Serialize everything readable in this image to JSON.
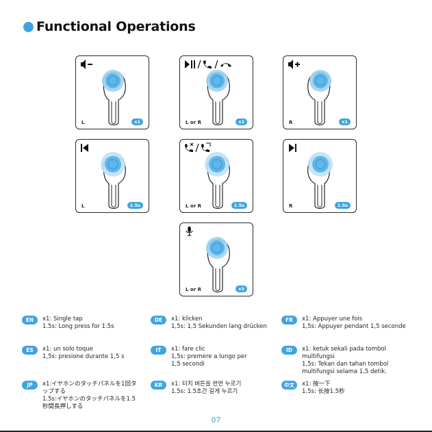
{
  "title": "Functional Operations",
  "cards": [
    {
      "side": "L",
      "badge": "x1",
      "icons": "vol-down"
    },
    {
      "side": "L or R",
      "badge": "x2",
      "icons": "play-call-hang"
    },
    {
      "side": "R",
      "badge": "x1",
      "icons": "vol-up"
    },
    {
      "side": "L",
      "badge": "1.5s",
      "icons": "prev"
    },
    {
      "side": "L or R",
      "badge": "1.5s",
      "icons": "reject-call"
    },
    {
      "side": "R",
      "badge": "1.5s",
      "icons": "next"
    },
    {
      "side": "L or R",
      "badge": "x3",
      "icons": "mic"
    }
  ],
  "langs": {
    "en": {
      "code": "EN",
      "text": "x1: Single tap\n1.5s: Long press for 1.5s"
    },
    "de": {
      "code": "DE",
      "text": "x1: klicken\n1,5s: 1,5 Sekunden lang drücken"
    },
    "fr": {
      "code": "FR",
      "text": "x1: Appuyer une fois\n1,5s: Appuyer pendant 1,5 seconde"
    },
    "es": {
      "code": "ES",
      "text": "x1: un solo toque\n1,5s: presione durante 1,5 s"
    },
    "it": {
      "code": "IT",
      "text": "x1: fare clic\n1,5s: premere a lungo per\n1,5 secondi"
    },
    "id": {
      "code": "ID",
      "text": "x1: ketuk sekali pada tombol\nmultifungsi\n1,5s: Tekan dan tahan tombol\nmultifungsi selama 1,5 detik."
    },
    "jp": {
      "code": "JP",
      "text": "x1:イヤホンのタッチパネルを1回タ\nップする\n1.5s:イヤホンのタッチパネルを1.5\n秒間長押しする"
    },
    "kr": {
      "code": "KR",
      "text": "x1: 터치 버튼을 한번 누르기\n1.5s: 1.5초간 길게 누르기"
    },
    "zh": {
      "code": "中文",
      "text": "x1: 按一下\n1.5s: 长按1.5秒"
    }
  },
  "page_number": "07"
}
